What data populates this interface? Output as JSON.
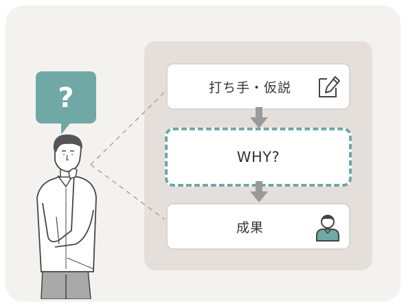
{
  "steps": {
    "action": "打ち手・仮説",
    "why": "WHY?",
    "result": "成果"
  },
  "bubble_text": "?",
  "colors": {
    "teal": "#6fa8a4",
    "arrow": "#9a9a9a",
    "panel": "#e5dfdc",
    "card": "#f4f2ef"
  },
  "icons": {
    "action": "edit-icon",
    "result": "user-icon",
    "thinking": "question-bubble-icon"
  }
}
